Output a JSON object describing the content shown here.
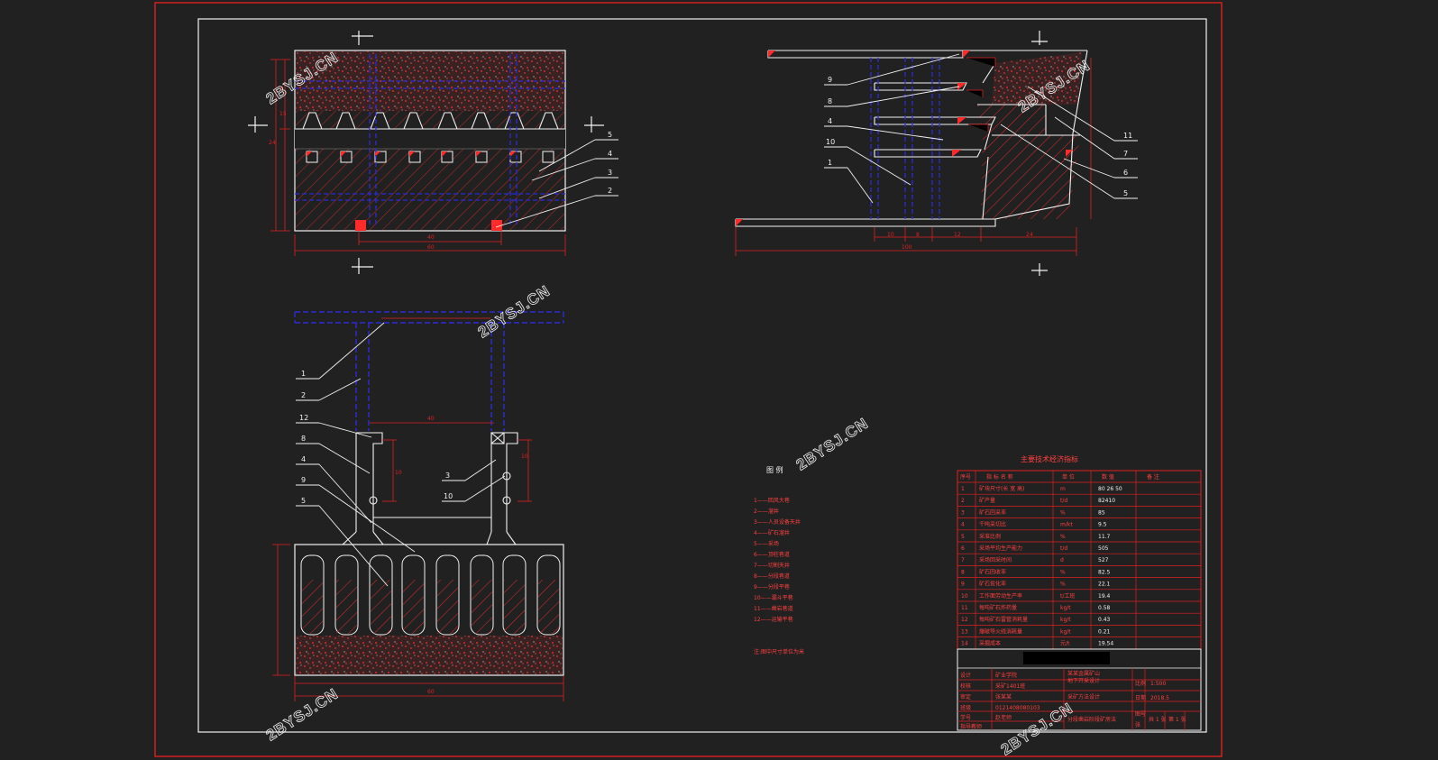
{
  "watermark": "2BYSJ.CN",
  "colors": {
    "background": "#212121",
    "outline": "#f2f2f2",
    "accent": "#ff2a2a",
    "hidden": "#2b2bd6"
  },
  "view_left": {
    "dims": [
      "8",
      "15",
      "24",
      "40",
      "60"
    ],
    "leaders": [
      "5",
      "4",
      "3",
      "2"
    ]
  },
  "view_right": {
    "dims": [
      "10",
      "8",
      "12",
      "24",
      "100"
    ],
    "leaders_left": [
      "9",
      "8",
      "4",
      "10",
      "1"
    ],
    "leaders_right": [
      "11",
      "7",
      "6",
      "5"
    ]
  },
  "view_bottom": {
    "dims": [
      "40",
      "10",
      "10",
      "60"
    ],
    "leaders_left": [
      "1",
      "2",
      "12",
      "8",
      "4",
      "9",
      "5"
    ],
    "leaders_mid": [
      "3",
      "10"
    ]
  },
  "legend": {
    "title": "图    例",
    "items": [
      "1——回风大巷",
      "2——溜井",
      "3——人员设备天井",
      "4——矿石溜井",
      "5——采场",
      "6——顶柱巷道",
      "7——切割天井",
      "8——分段巷道",
      "9——分段平巷",
      "10——漏斗平巷",
      "11——凿岩巷道",
      "12——运输平巷"
    ],
    "note": "注:图中尺寸单位为米"
  },
  "table": {
    "title": "主要技术经济指标",
    "headers": [
      "序号",
      "指 标 名 称",
      "单 位",
      "数 值",
      "备 注"
    ],
    "rows": [
      [
        "1",
        "矿块尺寸(长 宽 高)",
        "m",
        "80 26 50",
        ""
      ],
      [
        "2",
        "矿产量",
        "t/d",
        "82410",
        ""
      ],
      [
        "3",
        "矿石回采率",
        "%",
        "85",
        ""
      ],
      [
        "4",
        "千吨采切比",
        "m/kt",
        "9.5",
        ""
      ],
      [
        "5",
        "采准比例",
        "%",
        "11.7",
        ""
      ],
      [
        "6",
        "采场平均生产能力",
        "t/d",
        "505",
        ""
      ],
      [
        "7",
        "采场回采时间",
        "d",
        "527",
        ""
      ],
      [
        "8",
        "矿石回收率",
        "%",
        "82.5",
        ""
      ],
      [
        "9",
        "矿石贫化率",
        "%",
        "22.1",
        ""
      ],
      [
        "10",
        "工作面劳动生产率",
        "t/工班",
        "19.4",
        ""
      ],
      [
        "11",
        "每吨矿石炸药量",
        "kg/t",
        "0.58",
        ""
      ],
      [
        "12",
        "每吨矿石雷管消耗量",
        "kg/t",
        "0.43",
        ""
      ],
      [
        "13",
        "爆破导火线消耗量",
        "kg/t",
        "0.21",
        ""
      ],
      [
        "14",
        "采掘成本",
        "元/t",
        "19.54",
        ""
      ]
    ]
  },
  "title_block": {
    "left_labels": [
      "设计",
      "校核",
      "审定",
      "班级",
      "学号",
      "指导教师"
    ],
    "left_values": [
      "矿业学院",
      "采矿1401班",
      "张某某",
      "0121408080103",
      "赵老师",
      ""
    ],
    "center_top": "某某金属矿山",
    "center_mid": "地下开采设计",
    "center_sub": "采矿方法设计",
    "center_bottom": "分段凿岩阶段矿房法",
    "right_labels": [
      "比例",
      "日期",
      "图号",
      "张"
    ],
    "right_values": [
      "1:500",
      "2018.5",
      "共 1 张",
      "第 1 张"
    ]
  }
}
